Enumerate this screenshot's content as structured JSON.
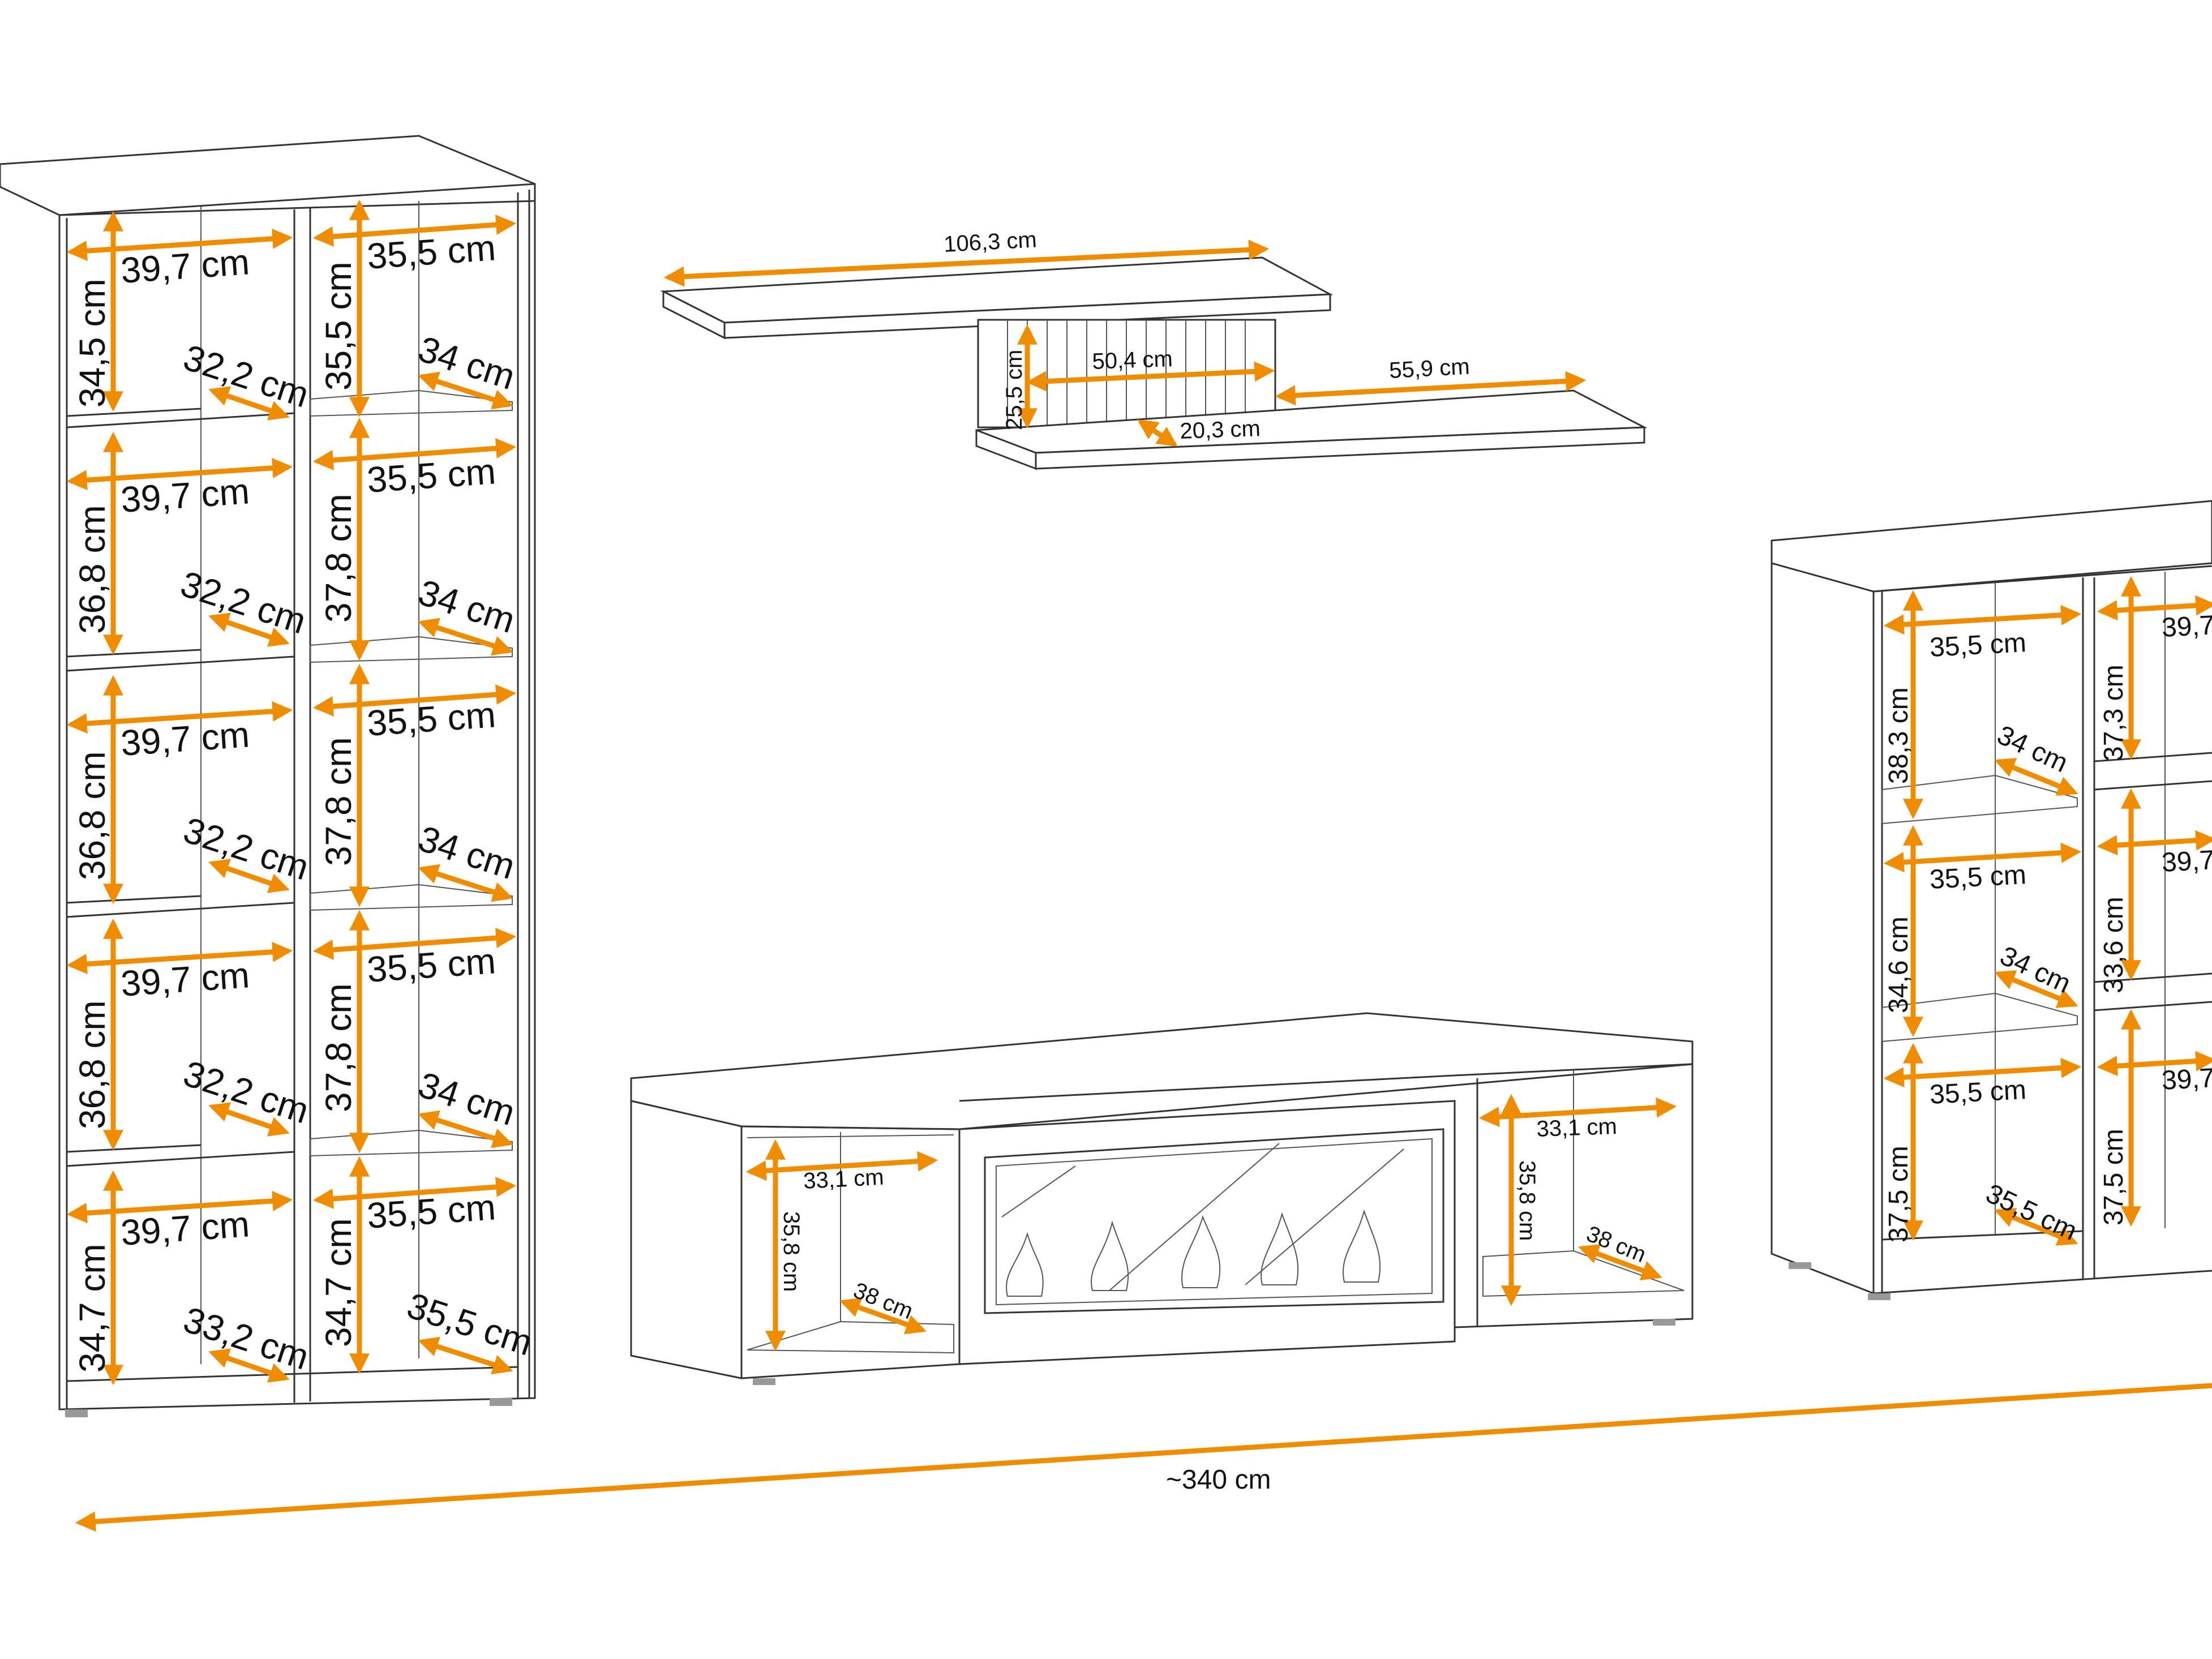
{
  "colors": {
    "arrow": "#f08c00",
    "line": "#333333",
    "background": "#ffffff"
  },
  "left_cabinet": {
    "left_column": {
      "widths": [
        "39,7 cm",
        "39,7 cm",
        "39,7 cm",
        "39,7 cm",
        "39,7 cm"
      ],
      "heights": [
        "34,5 cm",
        "36,8 cm",
        "36,8 cm",
        "36,8 cm",
        "34,7 cm"
      ],
      "depths": [
        "32,2 cm",
        "32,2 cm",
        "32,2 cm",
        "32,2 cm",
        "33,2 cm"
      ]
    },
    "right_column": {
      "widths": [
        "35,5 cm",
        "35,5 cm",
        "35,5 cm",
        "35,5 cm",
        "35,5 cm"
      ],
      "heights": [
        "35,5 cm",
        "37,8 cm",
        "37,8 cm",
        "37,8 cm",
        "34,7 cm"
      ],
      "depths": [
        "34 cm",
        "34 cm",
        "34 cm",
        "34 cm",
        "35,5 cm"
      ]
    }
  },
  "wall_shelf": {
    "top_width": "106,3 cm",
    "height": "25,5 cm",
    "inner_width": "50,4 cm",
    "shelf_width": "55,9 cm",
    "depth": "20,3 cm"
  },
  "tv_stand": {
    "left": {
      "width": "33,1 cm",
      "height": "35,8 cm",
      "depth": "38 cm"
    },
    "right": {
      "width": "33,1 cm",
      "height": "35,8 cm",
      "depth": "38 cm"
    }
  },
  "right_cabinet": {
    "left_column": {
      "widths": [
        "35,5 cm",
        "35,5 cm",
        "35,5 cm"
      ],
      "heights": [
        "38,3 cm",
        "34,6 cm",
        "37,5 cm"
      ],
      "depths": [
        "34 cm",
        "34 cm",
        "35,5 cm"
      ]
    },
    "right_column": {
      "widths": [
        "39,7",
        "39,7",
        "39,7"
      ],
      "heights": [
        "37,3 cm",
        "33,6 cm",
        "37,5 cm"
      ]
    }
  },
  "total_width": "~340 cm"
}
